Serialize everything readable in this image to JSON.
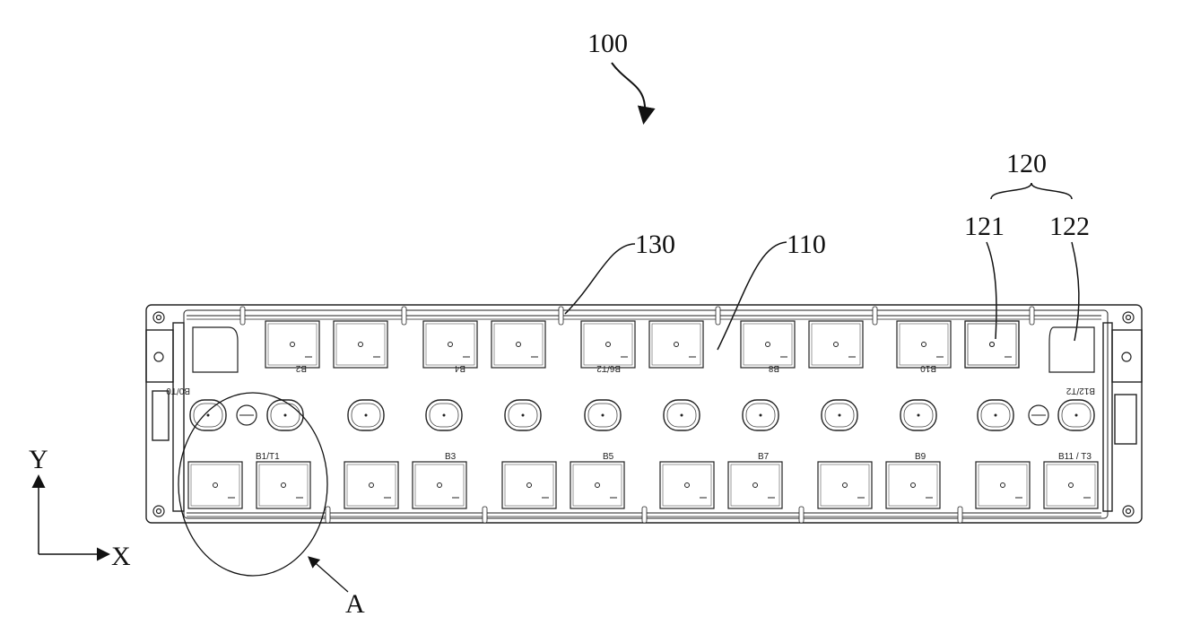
{
  "figure": {
    "reference_numerals": {
      "assembly": "100",
      "sampling_group": "120",
      "part_121": "121",
      "part_122": "122",
      "part_130": "130",
      "part_110": "110",
      "detail": "A"
    },
    "axes": {
      "x": "X",
      "y": "Y"
    },
    "cell_labels": {
      "top": [
        "B0/T0",
        "B2",
        "B4",
        "B6/T2",
        "B8",
        "B10",
        "B12/T2"
      ],
      "bottom": [
        "B1/T1",
        "B3",
        "B5",
        "B7",
        "B9",
        "B11 / T3"
      ]
    }
  }
}
